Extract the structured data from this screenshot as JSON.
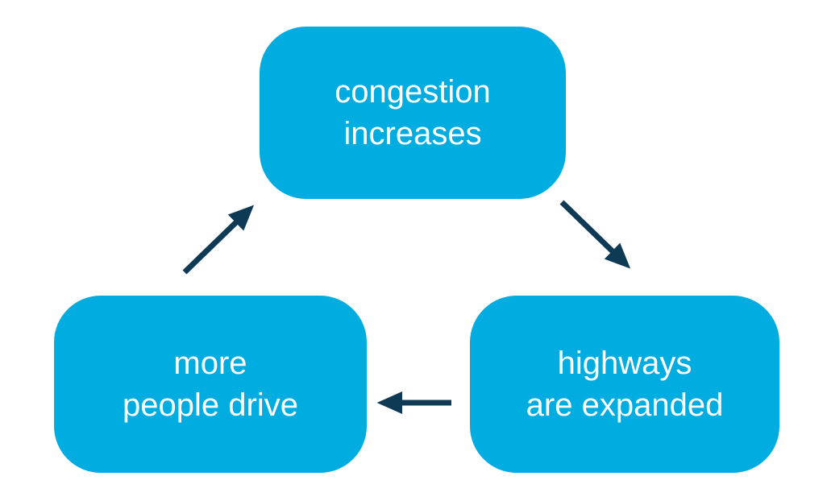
{
  "diagram": {
    "type": "cycle",
    "nodes": [
      {
        "id": "congestion",
        "line1": "congestion",
        "line2": "increases"
      },
      {
        "id": "highways",
        "line1": "highways",
        "line2": "are expanded"
      },
      {
        "id": "drive",
        "line1": "more",
        "line2": "people drive"
      }
    ],
    "arrows": [
      {
        "from": "congestion",
        "to": "highways"
      },
      {
        "from": "highways",
        "to": "drive"
      },
      {
        "from": "drive",
        "to": "congestion"
      }
    ]
  },
  "colors": {
    "node_fill": "#00ace0",
    "node_text": "#ffffff",
    "arrow": "#0e3a56",
    "background": "#ffffff"
  }
}
